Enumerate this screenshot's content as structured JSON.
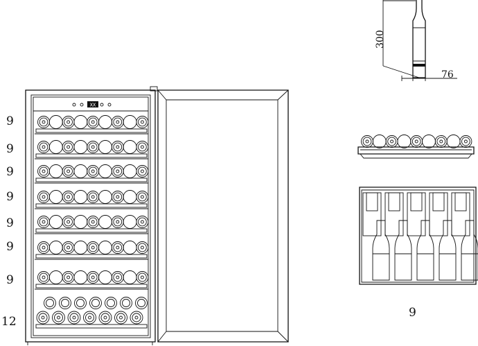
{
  "shelf_counts": [
    "9",
    "9",
    "9",
    "9",
    "9",
    "9",
    "9",
    "12"
  ],
  "bottle_dimension": {
    "height": "300",
    "diameter": "76"
  },
  "shelf_detail_label": "9",
  "panel_label": "XX"
}
